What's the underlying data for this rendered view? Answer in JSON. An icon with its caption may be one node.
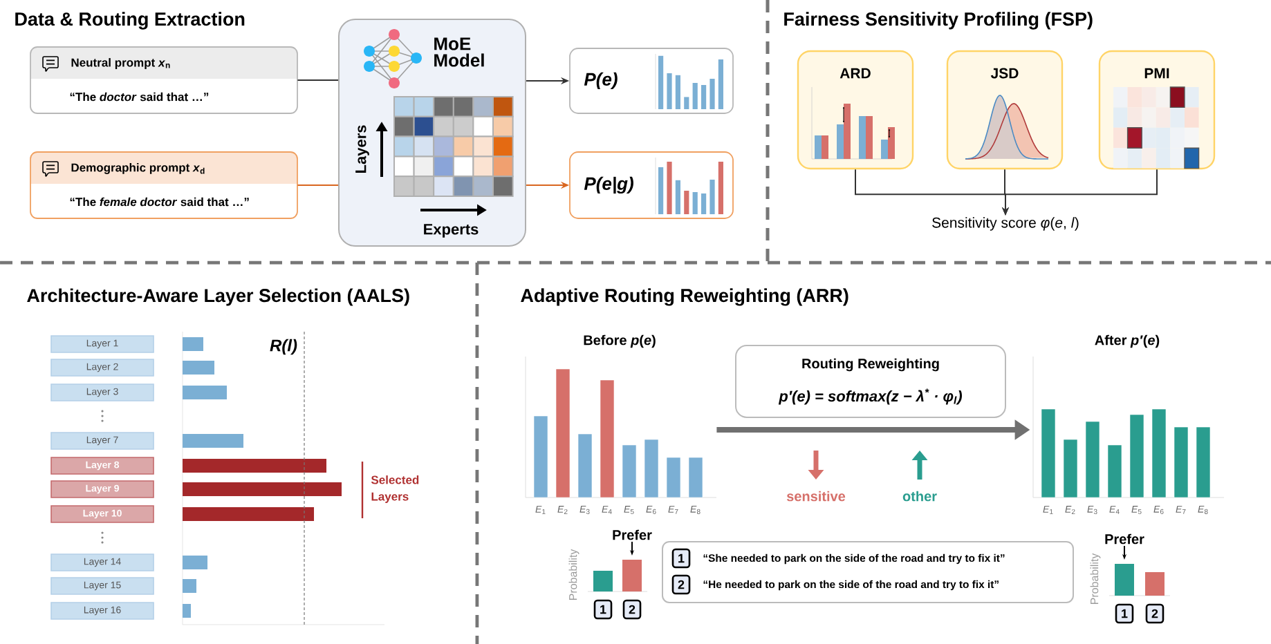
{
  "diagram": {
    "nodes": [
      {
        "text": [
          "Neutral prompt *x*$_{n}$",
          "“The *doctor* said that …”"
        ]
      },
      {
        "text": [
          "Demographic prompt *x*$_{d}$",
          "“The *female doctor* said that …”"
        ]
      },
      {
        "text": [
          "MoE Model"
        ]
      },
      {
        "text": [
          "P(e)"
        ]
      },
      {
        "text": [
          "P(e|g)"
        ]
      },
      {
        "text": [
          "ARD"
        ]
      },
      {
        "text": [
          "JSD"
        ]
      },
      {
        "text": [
          "PMI"
        ]
      },
      {
        "text": [
          "Sensitivity score *φ*(*e*, *l*)"
        ]
      },
      {
        "text": [
          "Layer 1"
        ]
      },
      {
        "text": [
          "Layer 2"
        ]
      },
      {
        "text": [
          "Layer 3"
        ]
      },
      {
        "text": [
          "Layer 7"
        ]
      },
      {
        "text": [
          "Layer 8"
        ]
      },
      {
        "text": [
          "Layer 9"
        ]
      },
      {
        "text": [
          "Layer 10"
        ]
      },
      {
        "text": [
          "Layer 14"
        ]
      },
      {
        "text": [
          "Layer 15"
        ]
      },
      {
        "text": [
          "Layer 16"
        ]
      },
      {
        "text": [
          "Before *p*(*e*)",
          "*E*$_{1}$",
          "*E*$_{2}$",
          "*E*$_{3}$",
          "*E*$_{4}$",
          "*E*$_{5}$",
          "*E*$_{6}$",
          "*E*$_{7}$",
          "*E*$_{8}$"
        ]
      },
      {
        "text": [
          "Routing Reweighting",
          "p′(e) = softmax(z − λ$^{*}$ · φ$_{l}$)"
        ]
      },
      {
        "text": [
          "After *p′*(*e*)",
          "*E*$_{1}$",
          "*E*$_{2}$",
          "*E*$_{3}$",
          "*E*$_{4}$",
          "*E*$_{5}$",
          "*E*$_{6}$",
          "*E*$_{7}$",
          "*E*$_{8}$"
        ]
      },
      {
        "text": [
          "“She needed to park on the side of the road and try to fix it”",
          "“He needed to park on the side of the road and try to fix it”"
        ]
      },
      {
        "text": [
          "1"
        ],
        "in": 22
      },
      {
        "text": [
          "2"
        ],
        "in": 22
      },
      {
        "text": [
          "1"
        ]
      },
      {
        "text": [
          "2"
        ]
      },
      {
        "text": [
          "1"
        ]
      },
      {
        "text": [
          "2"
        ]
      }
    ],
    "edges": [
      {
        "from": 0,
        "to": 2,
        "arrow": "none"
      },
      {
        "from": 1,
        "to": 2,
        "arrow": "none",
        "color": "#d9661f"
      },
      {
        "from": 2,
        "to": 3,
        "arrow": "to"
      },
      {
        "from": 2,
        "to": 4,
        "arrow": "to",
        "color": "#d9661f"
      },
      {
        "from": 5,
        "to": 8,
        "arrow": "to"
      },
      {
        "from": 6,
        "to": 8,
        "arrow": "to"
      },
      {
        "from": 7,
        "to": 8,
        "arrow": "to"
      },
      {
        "from": 19,
        "to": 21,
        "arrow": "to",
        "style": "thick",
        "color": "#707070"
      }
    ],
    "labels": [
      "Data & Routing Extraction",
      "Layers",
      "Experts",
      "Fairness Sensitivity Profiling (FSP)",
      "Architecture-Aware Layer Selection (AALS)",
      "R(l)",
      "Selected Layers",
      "Adaptive Routing Reweighting (ARR)",
      "sensitive",
      "other",
      "Prefer",
      "Probability",
      "Prefer",
      "Probability"
    ]
  }
}
